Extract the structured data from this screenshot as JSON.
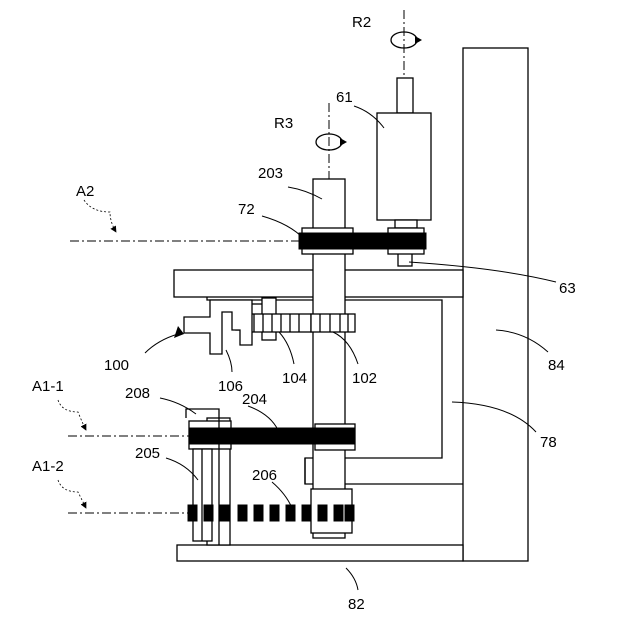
{
  "labels": {
    "r2": "R2",
    "r3": "R3",
    "n61": "61",
    "n203": "203",
    "n72": "72",
    "a2": "A2",
    "n63": "63",
    "n84": "84",
    "n100": "100",
    "n106": "106",
    "n104": "104",
    "n102": "102",
    "n78": "78",
    "a1_1": "A1-1",
    "n208": "208",
    "n204": "204",
    "a1_2": "A1-2",
    "n205": "205",
    "n206": "206",
    "n82": "82"
  }
}
